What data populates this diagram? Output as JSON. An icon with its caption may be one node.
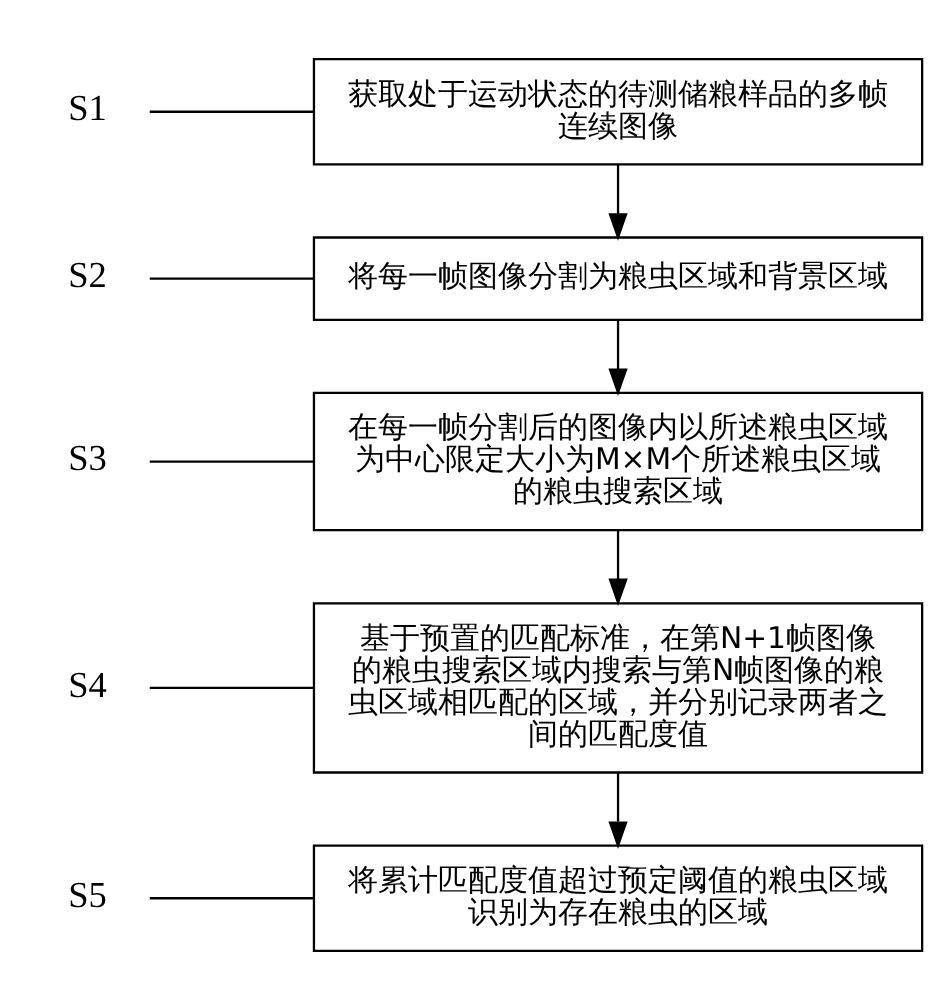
{
  "diagram": {
    "nodes": [
      {
        "text": [
          "获取处于运动状态的待测储粮样品的多帧连续图像"
        ]
      },
      {
        "text": [
          "S1"
        ]
      },
      {
        "text": [
          "将每一帧图像分割为粮虫区域和背景区域"
        ]
      },
      {
        "text": [
          "S2"
        ]
      },
      {
        "text": [
          "在每一帧分割后的图像内以所述粮虫区域为中心限定大小为M×M个所述粮虫区域的粮虫搜索区域"
        ]
      },
      {
        "text": [
          "S3"
        ]
      },
      {
        "text": [
          "基于预置的匹配标准，在第N+1帧图像的粮虫搜索区域内搜索与第N帧图像的粮虫区域相匹配的区域，并分别记录两者之间的匹配度值"
        ]
      },
      {
        "text": [
          "S4"
        ]
      },
      {
        "text": [
          "将累计匹配度值超过预定阈值的粮虫区域识别为存在粮虫的区域"
        ]
      },
      {
        "text": [
          "S5"
        ]
      }
    ],
    "edges": [
      {
        "from": 0,
        "to": 2,
        "arrow": "to"
      },
      {
        "from": 2,
        "to": 4,
        "arrow": "to"
      },
      {
        "from": 4,
        "to": 6,
        "arrow": "to"
      },
      {
        "from": 6,
        "to": 8,
        "arrow": "to"
      },
      {
        "from": 1,
        "to": 0,
        "arrow": "none"
      },
      {
        "from": 3,
        "to": 2,
        "arrow": "none"
      },
      {
        "from": 5,
        "to": 4,
        "arrow": "none"
      },
      {
        "from": 7,
        "to": 6,
        "arrow": "none"
      },
      {
        "from": 9,
        "to": 8,
        "arrow": "none"
      }
    ]
  }
}
